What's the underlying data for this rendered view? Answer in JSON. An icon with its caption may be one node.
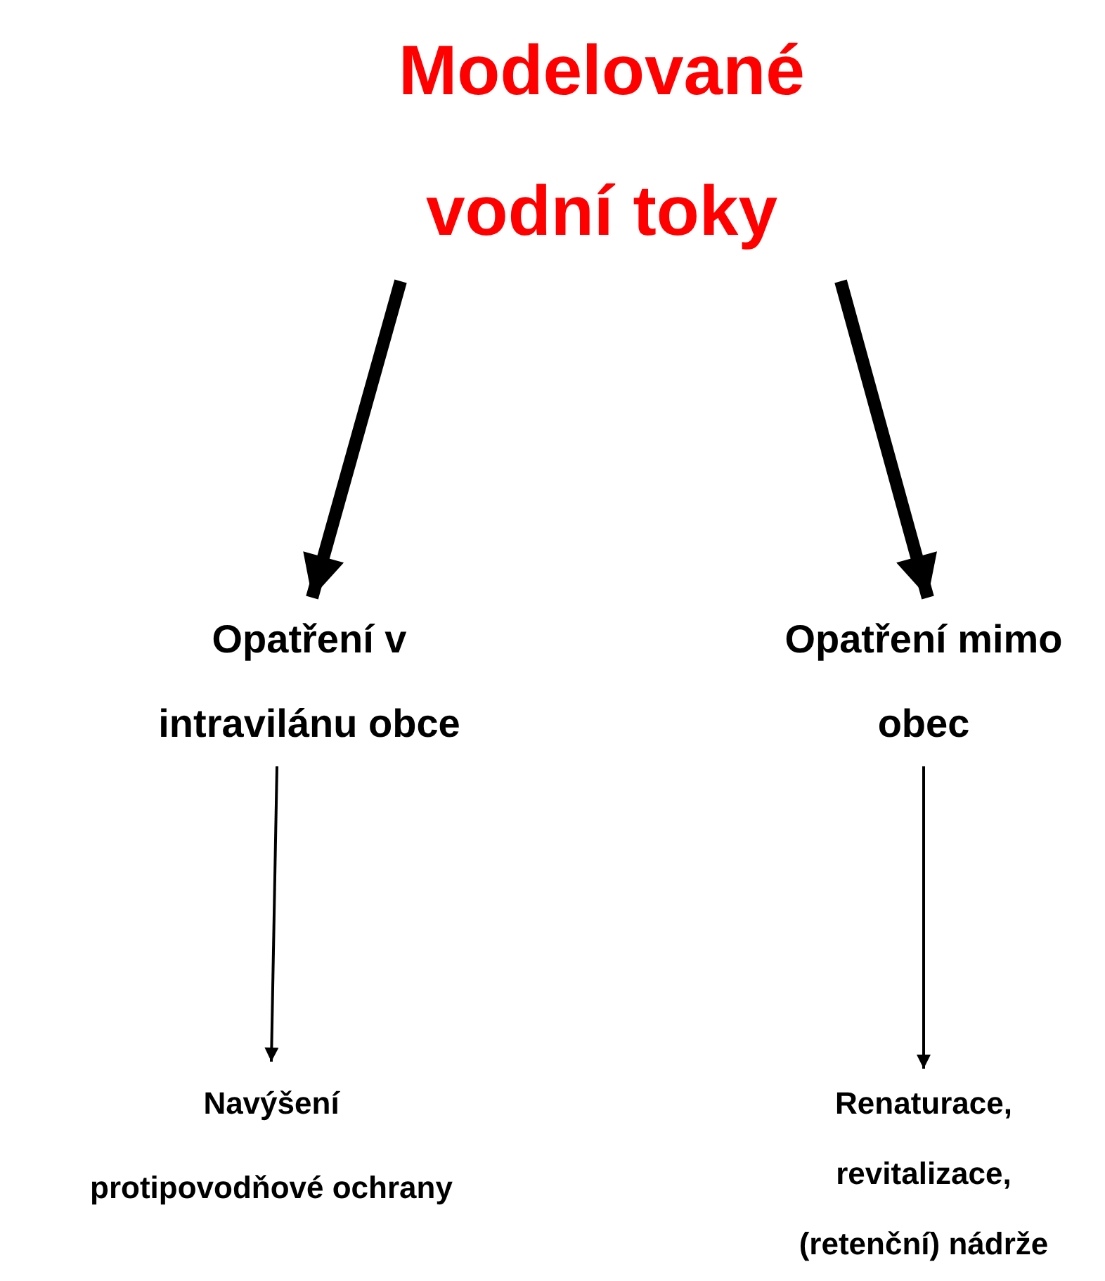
{
  "diagram": {
    "nodes": [
      {
        "text": [
          "Modelované vodní toky"
        ]
      },
      {
        "text": [
          "Opatření v intravilánu obce"
        ]
      },
      {
        "text": [
          "Opatření mimo obec"
        ]
      },
      {
        "text": [
          "Navýšení protipovodňové ochrany"
        ]
      },
      {
        "text": [
          "Renaturace, revitalizace, (retenční) nádrže"
        ]
      }
    ],
    "edges": [
      {
        "from": 0,
        "to": 1,
        "arrow": "to",
        "style": "thick"
      },
      {
        "from": 0,
        "to": 2,
        "arrow": "to",
        "style": "thick"
      },
      {
        "from": 1,
        "to": 3,
        "arrow": "to"
      },
      {
        "from": 2,
        "to": 4,
        "arrow": "to"
      }
    ]
  }
}
